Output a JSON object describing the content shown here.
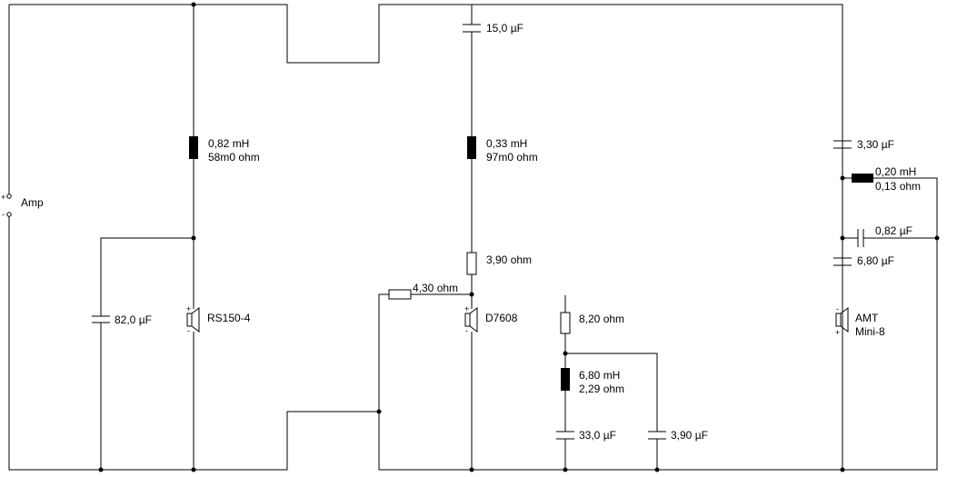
{
  "components": {
    "amp": "Amp",
    "c_bass": "82,0 µF",
    "l_bass": "0,82 mH",
    "l_bass_r": "58m0 ohm",
    "woofer": "RS150-4",
    "c_mid_top": "15,0 µF",
    "l_mid": "0,33 mH",
    "l_mid_r": "97m0 ohm",
    "r_mid_series": "3,90 ohm",
    "r_mid_shunt": "4,30 ohm",
    "midrange": "D7608",
    "r_notch": "8,20 ohm",
    "l_notch": "6,80 mH",
    "l_notch_r": "2,29 ohm",
    "c_notch_1": "33,0 µF",
    "c_notch_2": "3,90 µF",
    "c_tw_1": "3,30 µF",
    "l_tw": "0,20 mH",
    "l_tw_r": "0,13 ohm",
    "c_tw_par": "0,82 µF",
    "c_tw_2": "6,80 µF",
    "tweeter_1": "AMT",
    "tweeter_2": "Mini-8"
  }
}
